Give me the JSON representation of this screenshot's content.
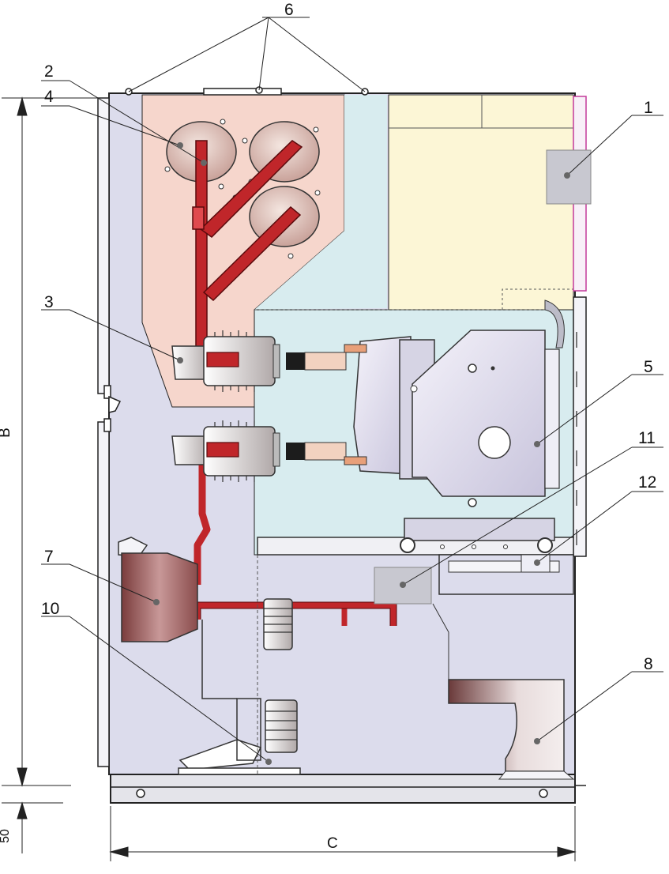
{
  "callouts": [
    {
      "id": "1",
      "text": "1"
    },
    {
      "id": "2",
      "text": "2"
    },
    {
      "id": "3",
      "text": "3"
    },
    {
      "id": "4",
      "text": "4"
    },
    {
      "id": "5",
      "text": "5"
    },
    {
      "id": "6",
      "text": "6"
    },
    {
      "id": "7",
      "text": "7"
    },
    {
      "id": "8",
      "text": "8"
    },
    {
      "id": "10",
      "text": "10"
    },
    {
      "id": "11",
      "text": "11"
    },
    {
      "id": "12",
      "text": "12"
    }
  ],
  "dimensions": {
    "height": "B",
    "width": "C",
    "base": "50"
  },
  "colors": {
    "cabinet_fill": "#dcdcec",
    "busbar_compartment": "#f6d6cc",
    "lv_compartment": "#fcf6d6",
    "breaker_compartment": "#d8ecef",
    "conductor": "#c0262a",
    "breaker_body": "#e2e0f0",
    "ct_body": "#a06a6a"
  }
}
